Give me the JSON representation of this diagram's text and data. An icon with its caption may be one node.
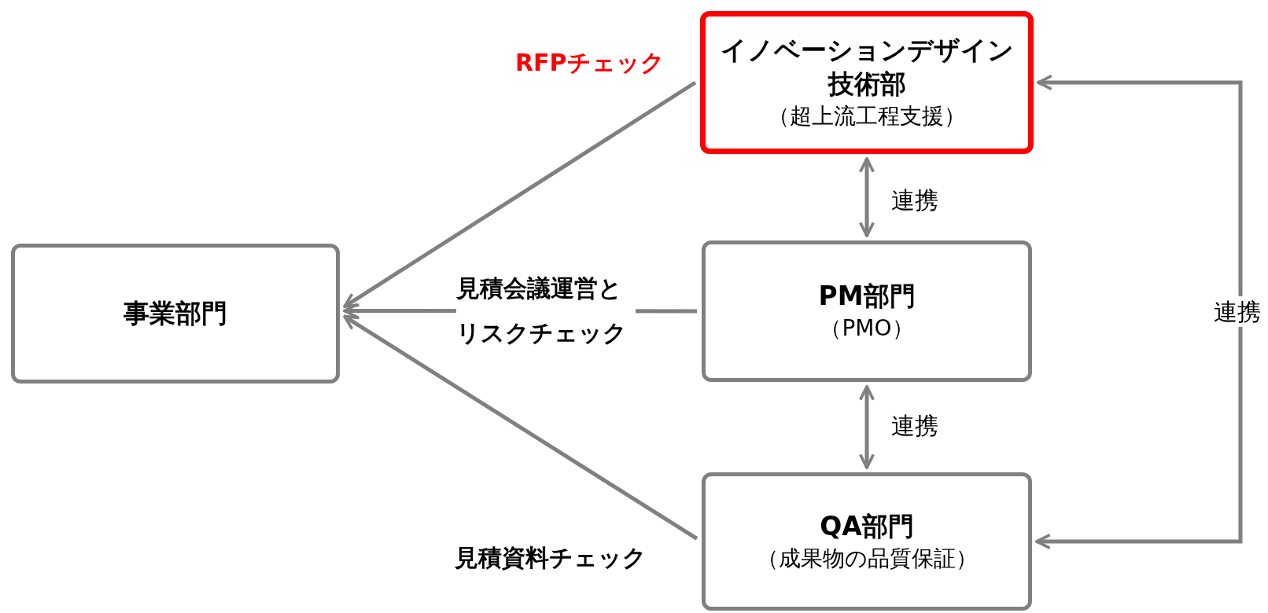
{
  "diagram": {
    "nodes": [
      {
        "text": [
          "イノベーションデザイン技術部",
          "（超上流工程支援）"
        ],
        "beside": [
          "RFPチェック"
        ]
      },
      {
        "text": [
          "事業部門"
        ]
      },
      {
        "text": [
          "PM部門",
          "（PMO）"
        ]
      },
      {
        "text": [
          "QA部門",
          "（成果物の品質保証）"
        ]
      }
    ],
    "edges": [
      {
        "from": 0,
        "to": 1,
        "arrow": "to"
      },
      {
        "from": 2,
        "to": 1,
        "arrow": "to",
        "label": "見積会議運営とリスクチェック"
      },
      {
        "from": 3,
        "to": 1,
        "arrow": "to",
        "label": "見積資料チェック"
      },
      {
        "from": 0,
        "to": 2,
        "arrow": "both",
        "label": "連携"
      },
      {
        "from": 2,
        "to": 3,
        "arrow": "both",
        "label": "連携"
      },
      {
        "from": 0,
        "to": 3,
        "arrow": "both",
        "label": "連携"
      }
    ]
  }
}
